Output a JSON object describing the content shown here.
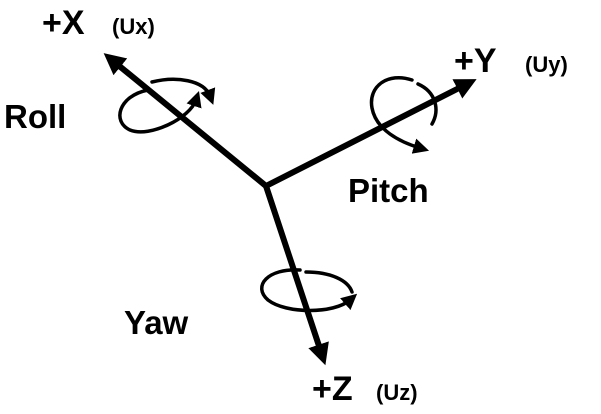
{
  "axes": {
    "x": {
      "name": "+X",
      "unit": "(Ux)"
    },
    "y": {
      "name": "+Y",
      "unit": "(Uy)"
    },
    "z": {
      "name": "+Z",
      "unit": "(Uz)"
    }
  },
  "rotations": {
    "roll": "Roll",
    "pitch": "Pitch",
    "yaw": "Yaw"
  },
  "colors": {
    "ink": "#000000",
    "background": "#ffffff"
  }
}
